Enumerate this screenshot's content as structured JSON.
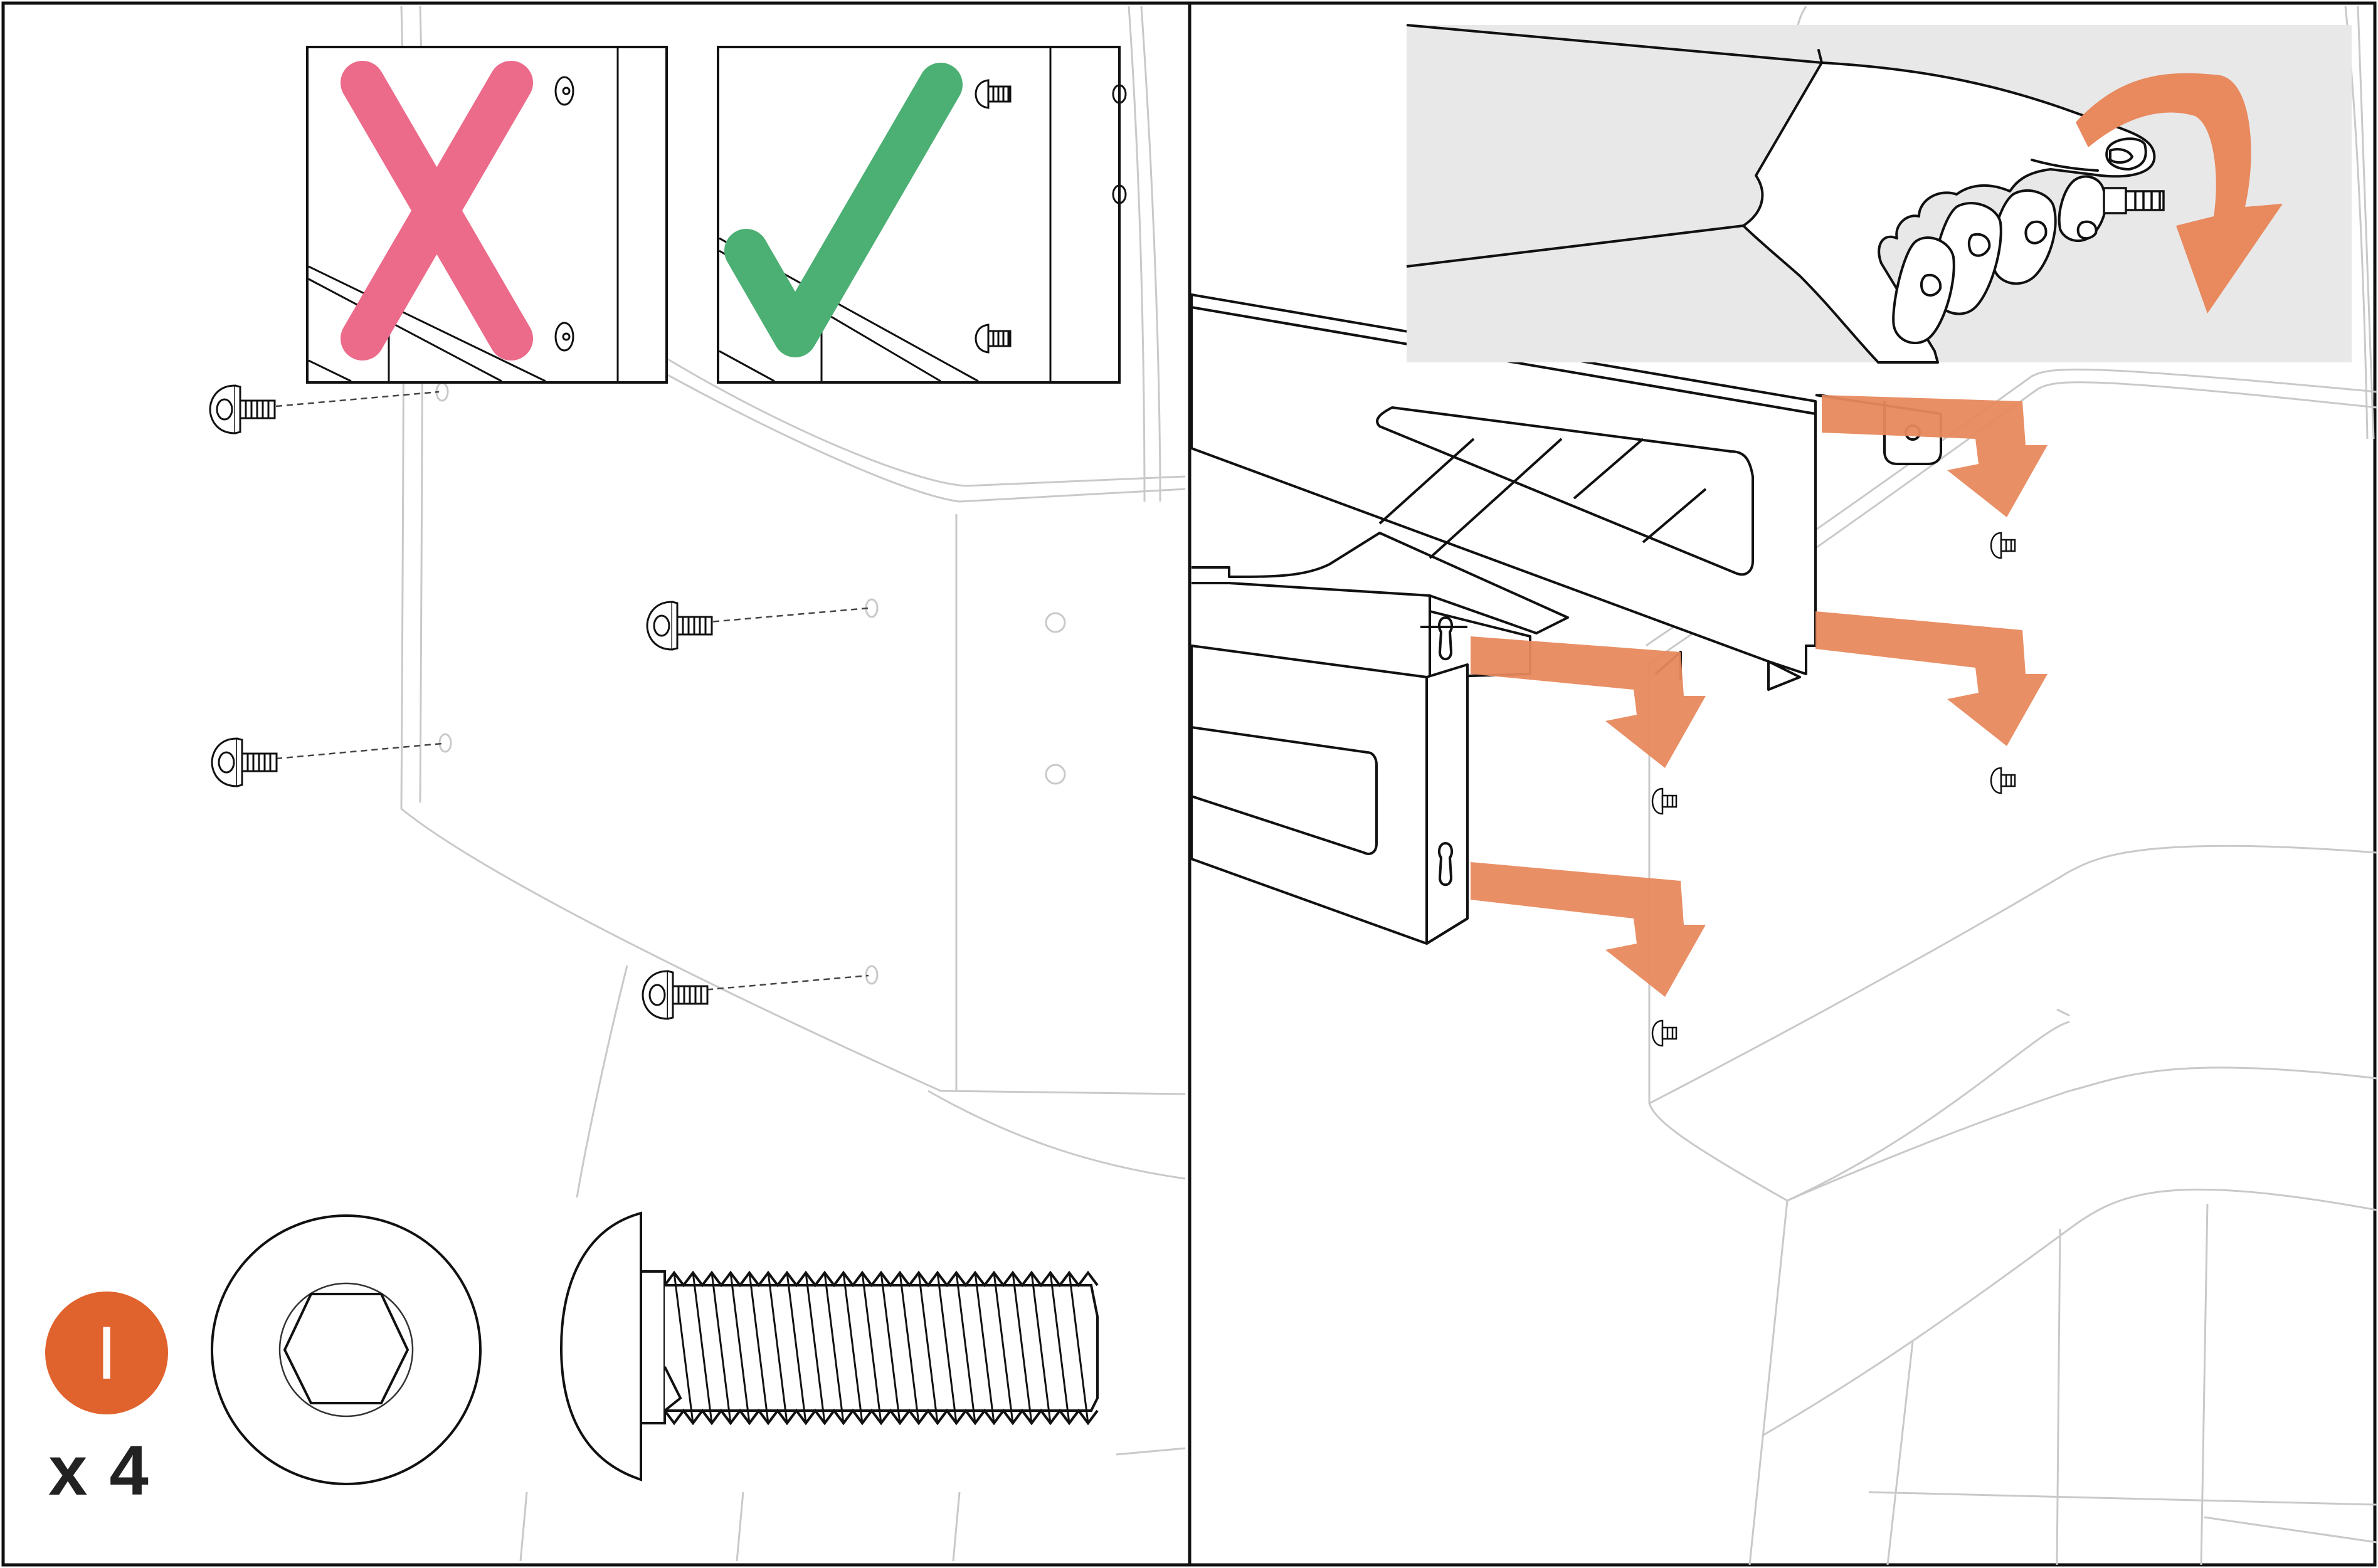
{
  "instruction": {
    "part": {
      "letter": "I",
      "quantity_label": "x 4"
    },
    "colors": {
      "wrong_mark": "#ec6a8a",
      "right_mark": "#4caf73",
      "action_arrow": "#e8895e",
      "part_badge": "#e0622d",
      "line_art": "#111111",
      "ghost_line": "#c8c8c8",
      "hand_inset_bg": "#e8e8e9"
    },
    "icons": {
      "incorrect": "cross-mark-icon",
      "correct": "check-mark-icon",
      "part_head": "hex-socket-head-icon",
      "part_side": "screw-side-view-icon",
      "rotate": "clockwise-rotate-arrow-icon"
    },
    "steps": {
      "left_screw_count": 4,
      "right_push_arrow_count": 4
    }
  }
}
